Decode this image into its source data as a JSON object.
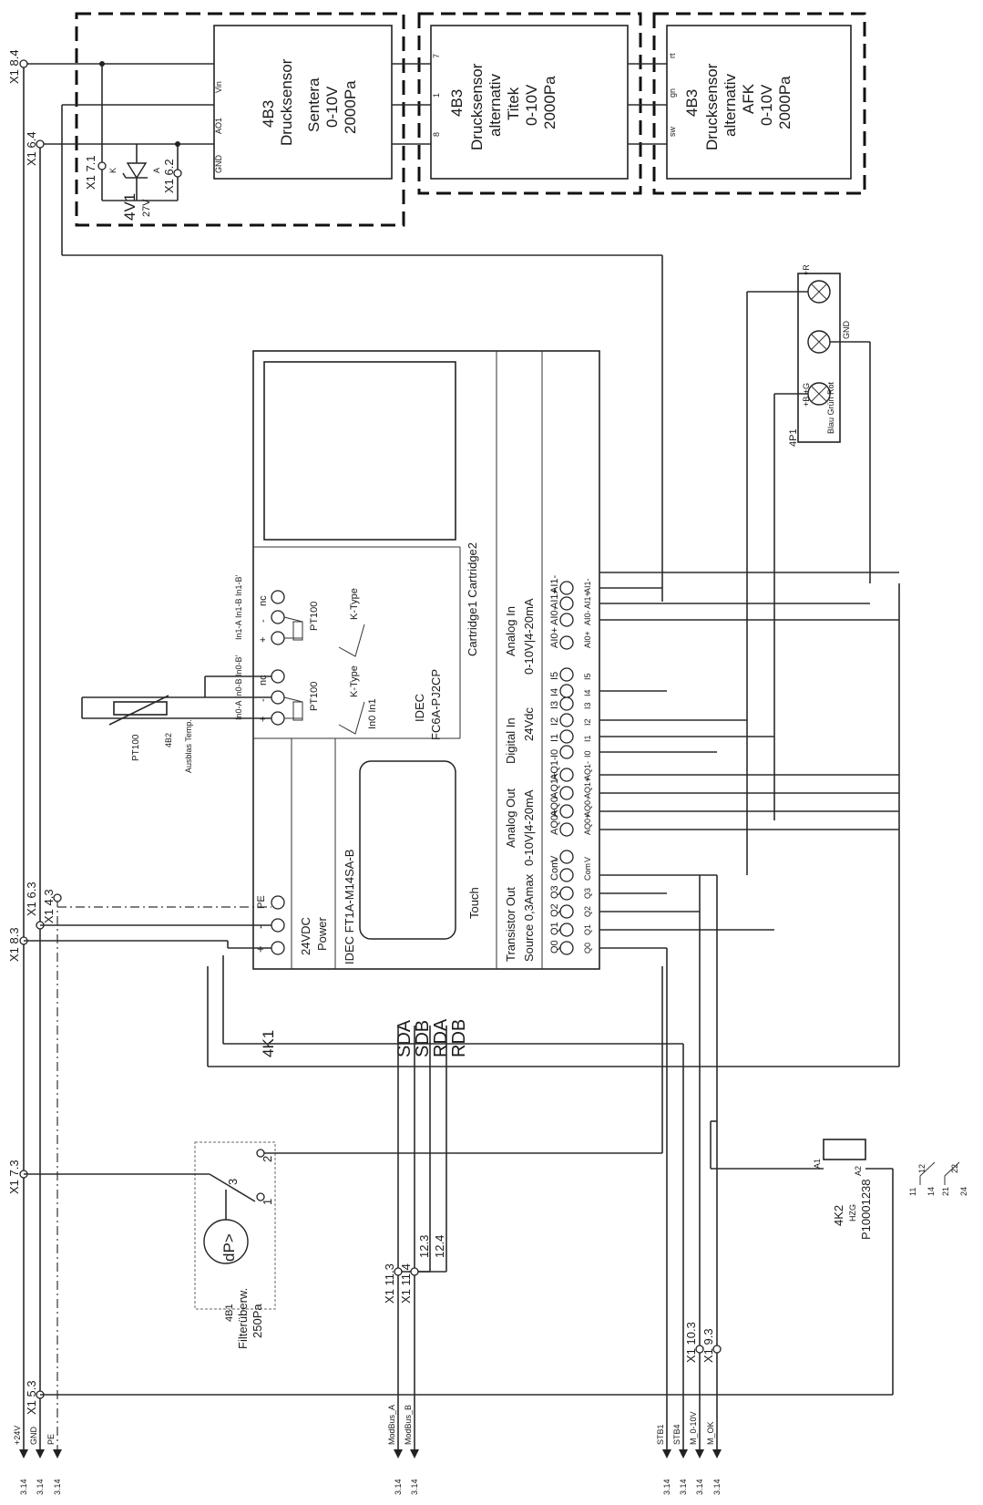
{
  "terminals": {
    "x1_8_4": "X1 8.4",
    "x1_6_4": "X1 6.4",
    "x1_7_1": "X1 7.1",
    "x1_6_2": "X1 6.2",
    "x1_8_3": "X1 8.3",
    "x1_6_3": "X1 6.3",
    "x1_4_3": "X1 4.3",
    "x1_7_3": "X1 7.3",
    "x1_5_3": "X1 5.3",
    "x1_11_3": "X1 11.3",
    "x1_11_4": "X1 11.4",
    "t12_3": "12.3",
    "t12_4": "12.4",
    "x1_10_3": "X1 10.3",
    "x1_9_3": "X1 9.3"
  },
  "diode": {
    "name": "4V1",
    "value": "27V",
    "k": "K",
    "a": "A"
  },
  "sensor_sentera": {
    "pins": {
      "vin": "Vin",
      "ao1": "AO1",
      "gnd": "GND"
    },
    "lines": [
      "4B3",
      "Drucksensor",
      "Sentera",
      "0-10V",
      "2000Pa"
    ]
  },
  "sensor_titek": {
    "pins": {
      "p7": "7",
      "p1": "1",
      "p8": "8"
    },
    "lines": [
      "4B3",
      "Drucksensor",
      "alternativ",
      "Titek",
      "0-10V",
      "2000Pa"
    ]
  },
  "sensor_afk": {
    "pins": {
      "rt": "rt",
      "gn": "gn",
      "sw": "sw"
    },
    "lines": [
      "4B3",
      "Drucksensor",
      "alternativ",
      "AFK",
      "0-10V",
      "2000Pa"
    ]
  },
  "lamp": {
    "name": "4P1",
    "plus_r": "+R",
    "plus_bg": "+B +G",
    "gnd": "GND",
    "colors": "Blau Grün Rot"
  },
  "plc": {
    "name": "4K1",
    "power_title": "24VDC",
    "power_sub": "Power",
    "model": "IDEC FT1A-M14SA-B",
    "touch": "Touch",
    "cartridge_model": "IDEC",
    "cartridge_model2": "FC6A-PJ2CP",
    "cartridges": "Cartridge1 Cartridge2",
    "power_terms": [
      "+",
      "-",
      "PE"
    ],
    "pt100": "PT100",
    "ktype": "K-Type",
    "in0_labels": [
      "In0-A",
      "In0-B",
      "In0-B'"
    ],
    "in1_labels": [
      "In1-A",
      "In1-B",
      "In1-B'"
    ],
    "in0_terms": [
      "+",
      "-",
      "nc"
    ],
    "in1_terms": [
      "+",
      "-",
      "nc"
    ],
    "in_channels": "In0 In1",
    "section_tout": "Transistor Out",
    "section_tout_spec": "Source 0,3Amax",
    "section_aout": "Analog Out",
    "section_aout_spec": "0-10V|4-20mA",
    "section_din": "Digital In",
    "section_din_spec": "24Vdc",
    "section_ain": "Analog In",
    "section_ain_spec": "0-10V|4-20mA",
    "io_terms": [
      "Q0",
      "Q1",
      "Q2",
      "Q3",
      "Com",
      "V",
      "AQ0+",
      "AQ0-",
      "AQ1+",
      "AQ1-",
      "I0",
      "I1",
      "I2",
      "I3",
      "I4",
      "I5",
      "AI0+",
      "AI0-",
      "AI1+",
      "AI1-"
    ],
    "serial": [
      "SDA",
      "SDB",
      "RDA",
      "RDB"
    ]
  },
  "pt100_sensor": {
    "type": "PT100",
    "name": "4B2",
    "desc": "Ausblas Temp."
  },
  "filter_switch": {
    "symbol": "dP>",
    "name": "4B1",
    "desc": "Filterüberw.",
    "value": "250Pa",
    "pins": [
      "3",
      "1",
      "2"
    ]
  },
  "relay": {
    "name": "4K2",
    "type": "HZG",
    "part": "P10001238",
    "a1": "A1",
    "a2": "A2",
    "contacts": [
      "11",
      "12",
      "14",
      "21",
      "22",
      "24"
    ]
  },
  "refs": [
    {
      "label": "+24V",
      "ref": "3.14"
    },
    {
      "label": "GND",
      "ref": "3.14"
    },
    {
      "label": "PE",
      "ref": "3.14"
    },
    {
      "label": "ModBus_A",
      "ref": "3.14"
    },
    {
      "label": "ModBus_B",
      "ref": "3.14"
    },
    {
      "label": "STB1",
      "ref": "3.14"
    },
    {
      "label": "STB4",
      "ref": "3.14"
    },
    {
      "label": "M_0-10V",
      "ref": "3.14"
    },
    {
      "label": "M_OK",
      "ref": "3.14"
    }
  ]
}
